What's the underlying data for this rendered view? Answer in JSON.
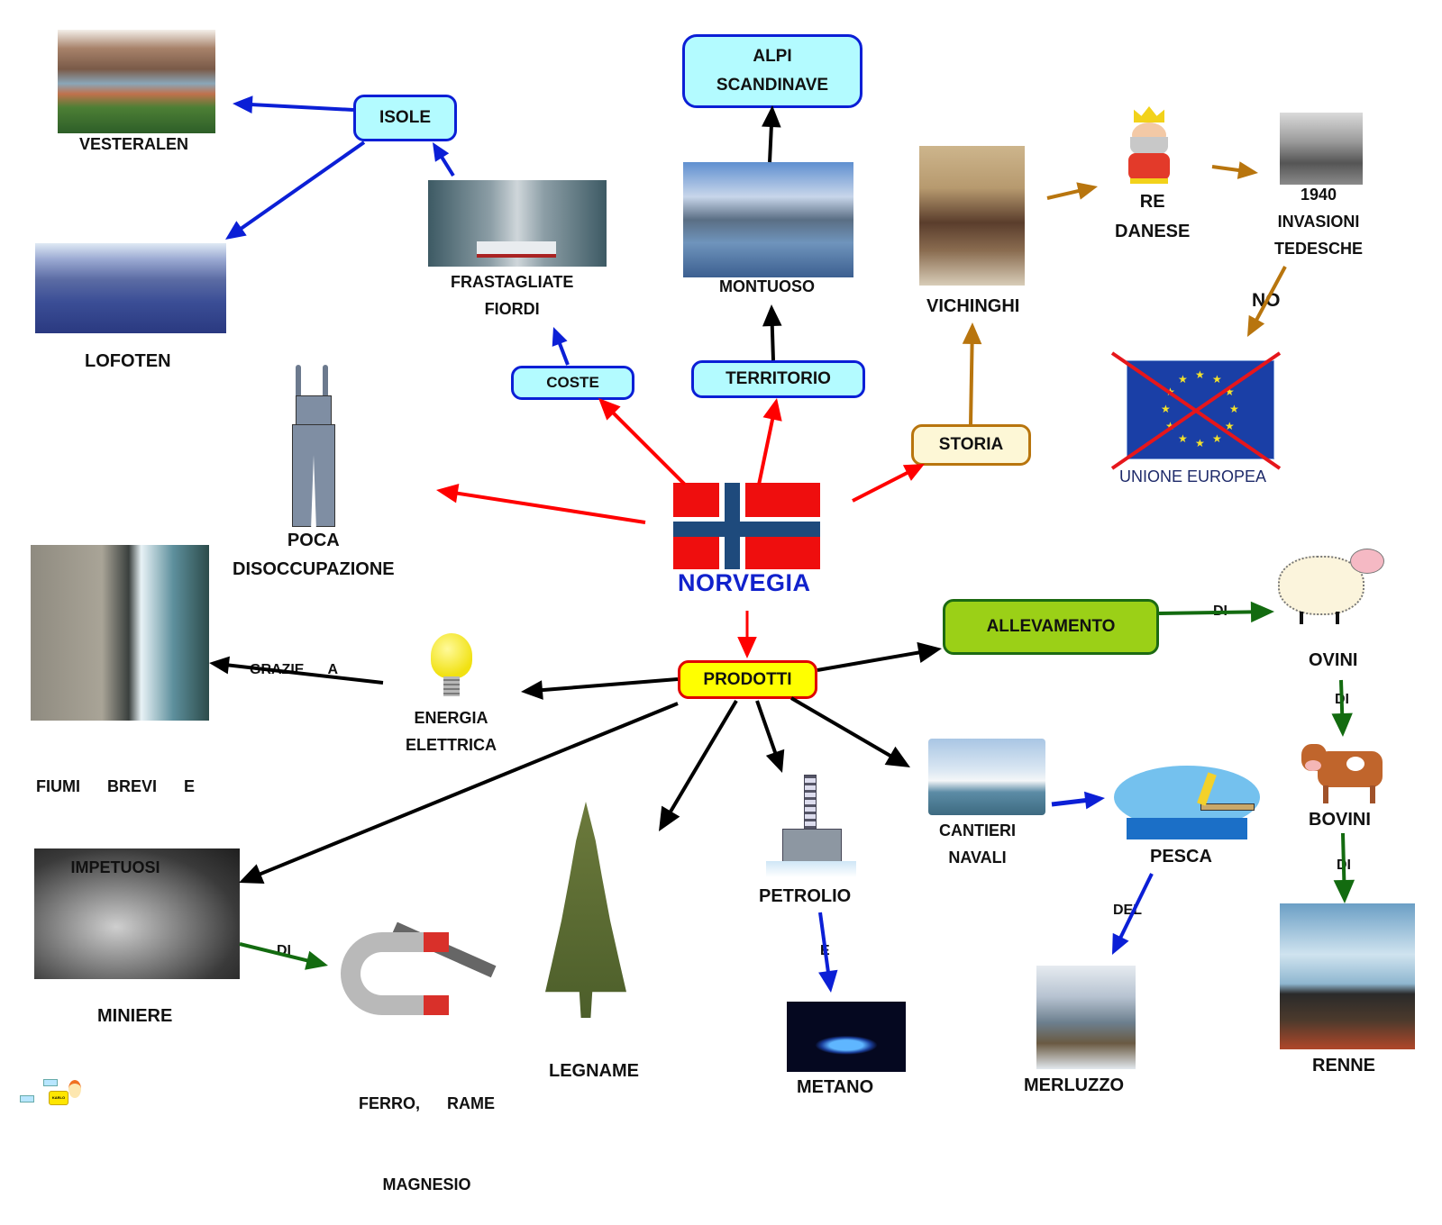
{
  "center": {
    "title": "NORVEGIA",
    "flag_colors": {
      "red": "#ef0e0e",
      "cross": "#1e4a7c"
    }
  },
  "colors": {
    "red_edge": "#ff0000",
    "blue_edge": "#0b1fd6",
    "black_edge": "#000000",
    "brown_edge": "#b8750e",
    "green_edge": "#136b10",
    "title_blue": "#1122cc"
  },
  "boxes": {
    "isole": "ISOLE",
    "alpi": [
      "ALPI",
      "SCANDINAVE"
    ],
    "coste": "COSTE",
    "territorio": "TERRITORIO",
    "storia": "STORIA",
    "prodotti": "PRODOTTI",
    "allevamento": "ALLEVAMENTO"
  },
  "labels": {
    "vesteralen": "VESTERALEN",
    "lofoten": "LOFOTEN",
    "fiordi": [
      "FRASTAGLIATE",
      "FIORDI"
    ],
    "montuoso": "MONTUOSO",
    "vichinghi": "VICHINGHI",
    "re_danese": [
      "RE",
      "DANESE"
    ],
    "invasioni": [
      "1940",
      "INVASIONI",
      "TEDESCHE"
    ],
    "unione_europea": "UNIONE EUROPEA",
    "disoccupazione": [
      "POCA",
      "DISOCCUPAZIONE"
    ],
    "fiumi": [
      "FIUMI      BREVI      E",
      "IMPETUOSI"
    ],
    "energia": [
      "ENERGIA",
      "ELETTRICA"
    ],
    "ovini": "OVINI",
    "bovini": "BOVINI",
    "renne": "RENNE",
    "cantieri": [
      "CANTIERI",
      "NAVALI"
    ],
    "pesca": "PESCA",
    "merluzzo": "MERLUZZO",
    "petrolio": "PETROLIO",
    "metano": "METANO",
    "legname": "LEGNAME",
    "miniere": "MINIERE",
    "metalli": [
      "FERRO,      RAME",
      "MAGNESIO"
    ]
  },
  "edge_labels": {
    "no": "NO",
    "grazie_a": "GRAZIE  _  A",
    "di_ovini": "DI",
    "di_bovini": "DI",
    "di_renne": "DI",
    "del": "DEL",
    "e": "E",
    "di_miniere": "DI"
  },
  "logo": {
    "text": "KARLO"
  }
}
